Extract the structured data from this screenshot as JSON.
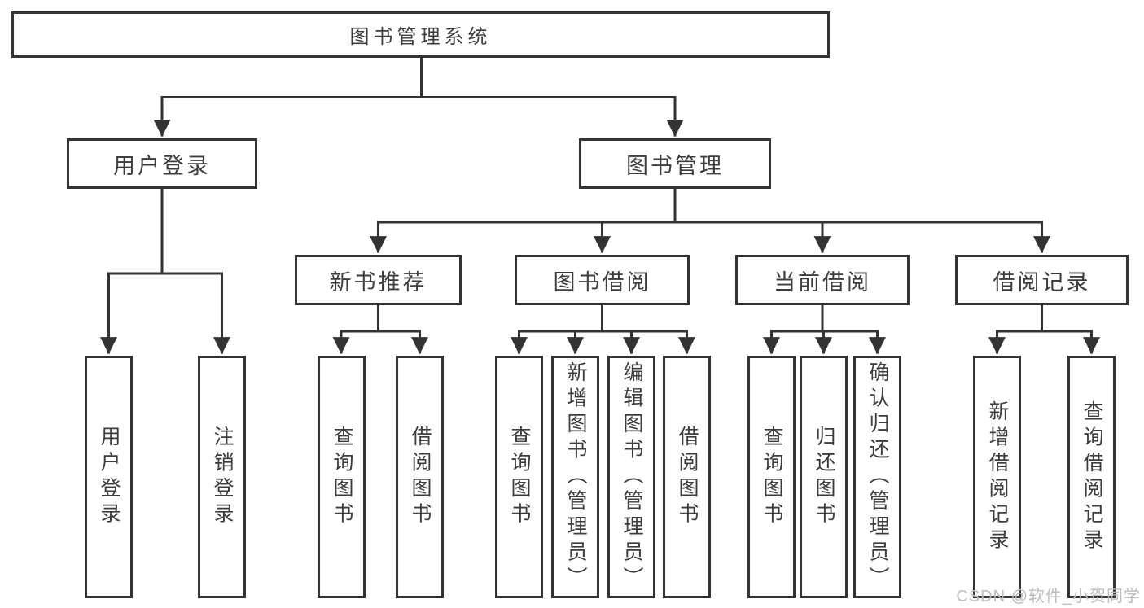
{
  "tree": {
    "label": "图书管理系统",
    "children": [
      {
        "label": "用户登录",
        "children": [
          {
            "label": "用户登录"
          },
          {
            "label": "注销登录"
          }
        ]
      },
      {
        "label": "图书管理",
        "children": [
          {
            "label": "新书推荐",
            "children": [
              {
                "label": "查询图书"
              },
              {
                "label": "借阅图书"
              }
            ]
          },
          {
            "label": "图书借阅",
            "children": [
              {
                "label": "查询图书"
              },
              {
                "label": "新增图书（管理员）"
              },
              {
                "label": "编辑图书（管理员）"
              },
              {
                "label": "借阅图书"
              }
            ]
          },
          {
            "label": "当前借阅",
            "children": [
              {
                "label": "查询图书"
              },
              {
                "label": "归还图书"
              },
              {
                "label": "确认归还（管理员）"
              }
            ]
          },
          {
            "label": "借阅记录",
            "children": [
              {
                "label": "新增借阅记录"
              },
              {
                "label": "查询借阅记录"
              }
            ]
          }
        ]
      }
    ]
  },
  "style": {
    "line_color": "#333333",
    "text_color": "#3d3d3d",
    "watermark_color": "#bdbdbd"
  },
  "watermark": {
    "text": "CSDN @软件_小贺同学"
  }
}
